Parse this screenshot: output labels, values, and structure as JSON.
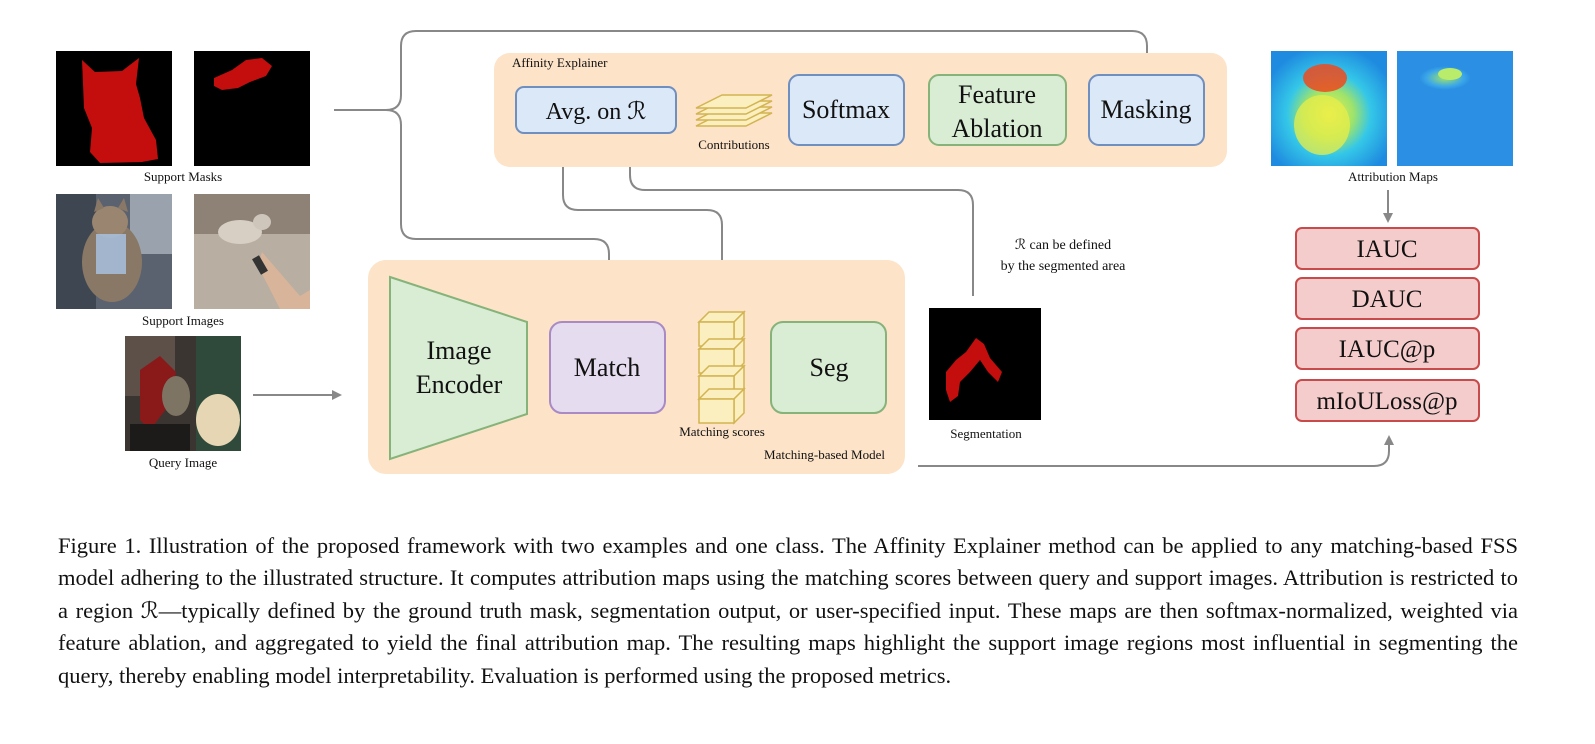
{
  "figure": {
    "support_masks_label": "Support Masks",
    "support_images_label": "Support Images",
    "query_image_label": "Query Image",
    "affinity_explainer_title": "Affinity Explainer",
    "avg_box_label": "Avg. on ℛ",
    "contributions_label": "Contributions",
    "softmax_label": "Softmax",
    "feature_ablation_line1": "Feature",
    "feature_ablation_line2": "Ablation",
    "masking_label": "Masking",
    "attribution_maps_label": "Attribution Maps",
    "region_note_line1": "ℛ can be defined",
    "region_note_line2": "by the segmented area",
    "image_encoder_line1": "Image",
    "image_encoder_line2": "Encoder",
    "match_label": "Match",
    "matching_scores_label": "Matching scores",
    "seg_label": "Seg",
    "matching_model_label": "Matching-based Model",
    "segmentation_label": "Segmentation",
    "metrics": [
      "IAUC",
      "DAUC",
      "IAUC@p",
      "mIoULoss@p"
    ]
  },
  "colors": {
    "panel_orange": "#fde3c8",
    "blue_fill": "#dbe8f8",
    "blue_stroke": "#6f8fc0",
    "green_fill": "#d9ecd4",
    "green_stroke": "#86b37a",
    "purple_fill": "#e6dcef",
    "purple_stroke": "#a98ac4",
    "red_fill": "#f5cccc",
    "red_stroke": "#c94a4a",
    "mask_red": "#c40d0d",
    "cube_fill": "#fbefbf",
    "cube_stroke": "#d2b451",
    "arrow": "#888888"
  },
  "caption": "Figure 1. Illustration of the proposed framework with two examples and one class. The Affinity Explainer method can be applied to any matching-based FSS model adhering to the illustrated structure. It computes attribution maps using the matching scores between query and support images. Attribution is restricted to a region ℛ—typically defined by the ground truth mask, segmentation output, or user-specified input. These maps are then softmax-normalized, weighted via feature ablation, and aggregated to yield the final attribution map. The resulting maps highlight the support image regions most influential in segmenting the query, thereby enabling model interpretability. Evaluation is performed using the proposed metrics."
}
